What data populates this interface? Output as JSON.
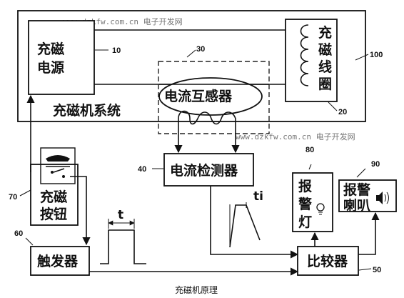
{
  "watermark_top": "www.dzkfw.com.cn 电子开发网",
  "watermark_mid": "www.dzkfw.com.cn 电子开发网",
  "power_supply": {
    "line1": "充磁",
    "line2": "电源",
    "num": "10"
  },
  "coil": {
    "chars": [
      "充",
      "磁",
      "线",
      "圈"
    ],
    "num": "20"
  },
  "system": {
    "label": "充磁机系统",
    "num": "100"
  },
  "transformer": {
    "label": "电流互感器",
    "num": "30"
  },
  "detector": {
    "label": "电流检测器",
    "num": "40"
  },
  "button": {
    "line1": "充磁",
    "line2": "按钮",
    "num": "70"
  },
  "trigger": {
    "label": "触发器",
    "num": "60"
  },
  "comparator": {
    "label": "比较器",
    "num": "50"
  },
  "lamp": {
    "chars": [
      "报",
      "警",
      "灯"
    ],
    "num": "80"
  },
  "horn": {
    "line1": "报警",
    "line2": "喇叭",
    "num": "90"
  },
  "pulse_label": "t",
  "ramp_label": "ti",
  "caption": "充磁机原理"
}
